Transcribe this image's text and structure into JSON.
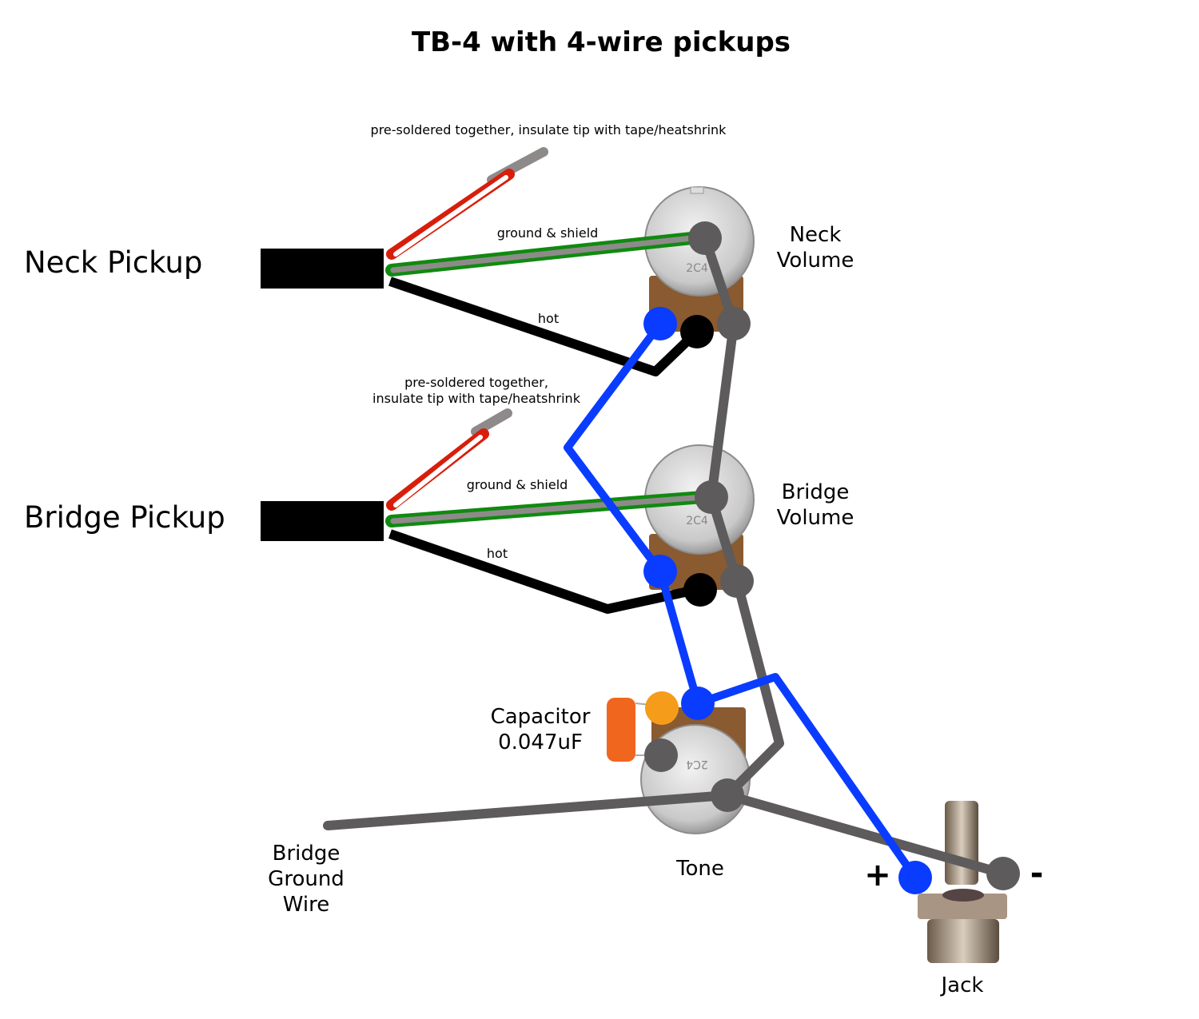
{
  "title": "TB-4 with 4-wire pickups",
  "colors": {
    "hot": "#000000",
    "ground": "#5d5b5b",
    "signal": "#0a3cff",
    "cap_lead": "#f59c1a",
    "red_wire": "#d81e0b",
    "green_wire": "#108a10",
    "bare_wire": "#8e8a8a",
    "capacitor": "#f0661e"
  },
  "pickups": [
    {
      "label": "Neck Pickup",
      "note": "pre-soldered together, insulate tip with tape/heatshrink",
      "ground_label": "ground & shield",
      "hot_label": "hot"
    },
    {
      "label": "Bridge Pickup",
      "note_lines": [
        "pre-soldered together,",
        "insulate tip with tape/heatshrink"
      ],
      "ground_label": "ground & shield",
      "hot_label": "hot"
    }
  ],
  "pots": [
    {
      "label_lines": [
        "Neck",
        "Volume"
      ],
      "code": "2C4"
    },
    {
      "label_lines": [
        "Bridge",
        "Volume"
      ],
      "code": "2C4"
    },
    {
      "label_lines": [
        "Tone"
      ],
      "code": "2C4"
    }
  ],
  "capacitor": {
    "label_lines": [
      "Capacitor",
      "0.047uF"
    ]
  },
  "bridge_ground": {
    "label_lines": [
      "Bridge",
      "Ground",
      "Wire"
    ]
  },
  "jack": {
    "label": "Jack",
    "plus": "+",
    "minus": "-"
  }
}
